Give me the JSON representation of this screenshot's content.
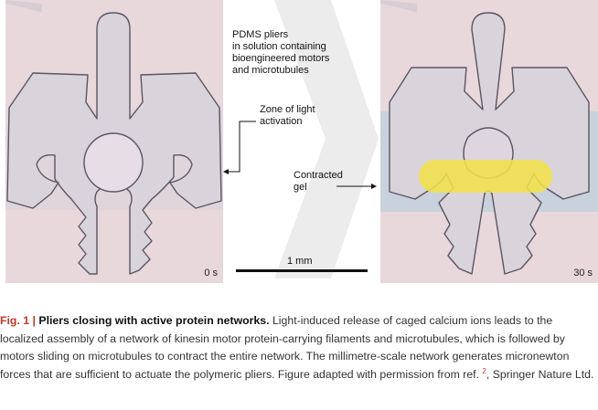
{
  "figure": {
    "left_panel": {
      "time": "0 s"
    },
    "right_panel": {
      "time": "30 s"
    },
    "annotations": {
      "pdms": [
        "PDMS pliers",
        "in solution containing",
        "bioengineered motors",
        "and microtubules"
      ],
      "zone": [
        "Zone of light",
        "activation"
      ],
      "gel": [
        "Contracted",
        "gel"
      ],
      "scale": "1 mm"
    },
    "colors": {
      "background_pink": "#e8d8dc",
      "light_zone_blue": "#c9d2dc",
      "pliers_fill": "#d9d4dc",
      "outline": "#5a5560",
      "gel_yellow": "#f2e04a",
      "arrow_gray": "#ececec"
    }
  },
  "caption": {
    "label": "Fig. 1 |",
    "title": "Pliers closing with active protein networks.",
    "body": "Light-induced release of caged calcium ions leads to the localized assembly of a network of kinesin motor protein-carrying filaments and microtubules, which is followed by motors sliding on microtubules to contract the entire network. The millimetre-scale network generates micronewton forces that are sufficient to actuate the polymeric pliers. Figure adapted with permission from ref.",
    "ref": "2",
    "tail": ", Springer Nature Ltd."
  }
}
